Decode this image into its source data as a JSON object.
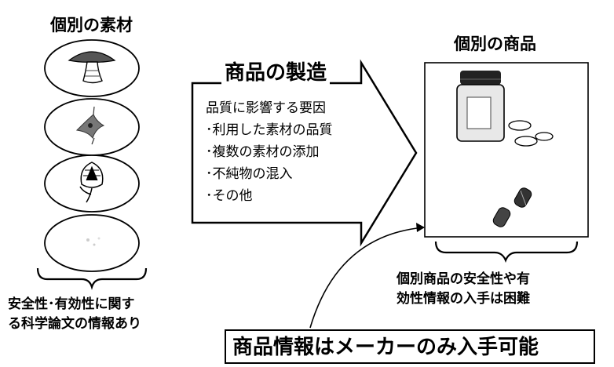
{
  "left_column": {
    "title": "個別の素材",
    "materials": [
      {
        "icon": "mushroom-icon"
      },
      {
        "icon": "herb-sprig-icon"
      },
      {
        "icon": "flower-bud-icon"
      },
      {
        "icon": "faint-material-icon"
      }
    ],
    "caption_lines": [
      "安全性･有効性に関す",
      "る科学論文の情報あり"
    ]
  },
  "arrow": {
    "title": "商品の製造",
    "factors_heading": "品質に影響する要因",
    "factors": [
      "･利用した素材の品質",
      "･複数の素材の添加",
      "･不純物の混入",
      "･その他"
    ]
  },
  "right_column": {
    "title": "個別の商品",
    "product_icons": [
      "supplement-bottle-icon",
      "tablets-icon",
      "capsules-icon"
    ],
    "caption_lines": [
      "個別商品の安全性や有",
      "効性情報の入手は困難"
    ]
  },
  "bottom_note": "商品情報はメーカーのみ入手可能"
}
